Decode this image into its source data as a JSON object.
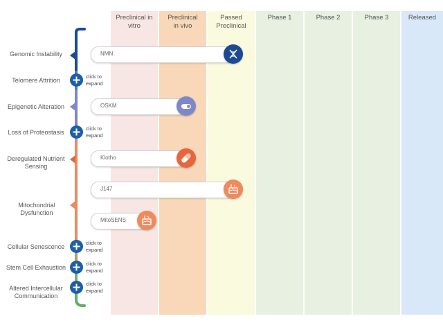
{
  "columns": [
    {
      "label": "Preclinical in vitro"
    },
    {
      "label": "Preclinical in vivo"
    },
    {
      "label": "Passed Preclinical"
    },
    {
      "label": "Phase 1"
    },
    {
      "label": "Phase 2"
    },
    {
      "label": "Phase 3"
    },
    {
      "label": "Released"
    }
  ],
  "hallmarks": [
    {
      "label": "Genomic Instability"
    },
    {
      "label": "Telomere Attrition"
    },
    {
      "label": "Epigenetic Alteration"
    },
    {
      "label": "Loss of Proteostasis"
    },
    {
      "label": "Deregulated Nutrient Sensing"
    },
    {
      "label": "Mitochondrial Dysfunction"
    },
    {
      "label": "Cellular Senescence"
    },
    {
      "label": "Stem Cell Exhaustion"
    },
    {
      "label": "Altered Intercellular Communication"
    }
  ],
  "therapies": [
    {
      "label": "NMN",
      "icon": "dna-icon",
      "color": "#1c4a94"
    },
    {
      "label": "OSKM",
      "icon": "toggle-icon",
      "color": "#7e88c8"
    },
    {
      "label": "Klotho",
      "icon": "pill-icon",
      "color": "#e8663c"
    },
    {
      "label": "J147",
      "icon": "petri-dish-icon",
      "color": "#ee8a5e"
    },
    {
      "label": "MitoSENS",
      "icon": "petri-dish-icon",
      "color": "#ee8a5e"
    }
  ],
  "expand_label_1": "click to",
  "expand_label_2": "expand",
  "colors": {
    "col_in_vitro": "#f7e6e4",
    "col_in_vivo": "#f8d8b8",
    "col_passed": "#fafade",
    "col_phase1": "#e7f0e1",
    "col_phase2": "#e7f0e1",
    "col_phase3": "#e7f0e1",
    "col_released": "#d9e8f8",
    "plus_button": "#1c5fa6"
  }
}
